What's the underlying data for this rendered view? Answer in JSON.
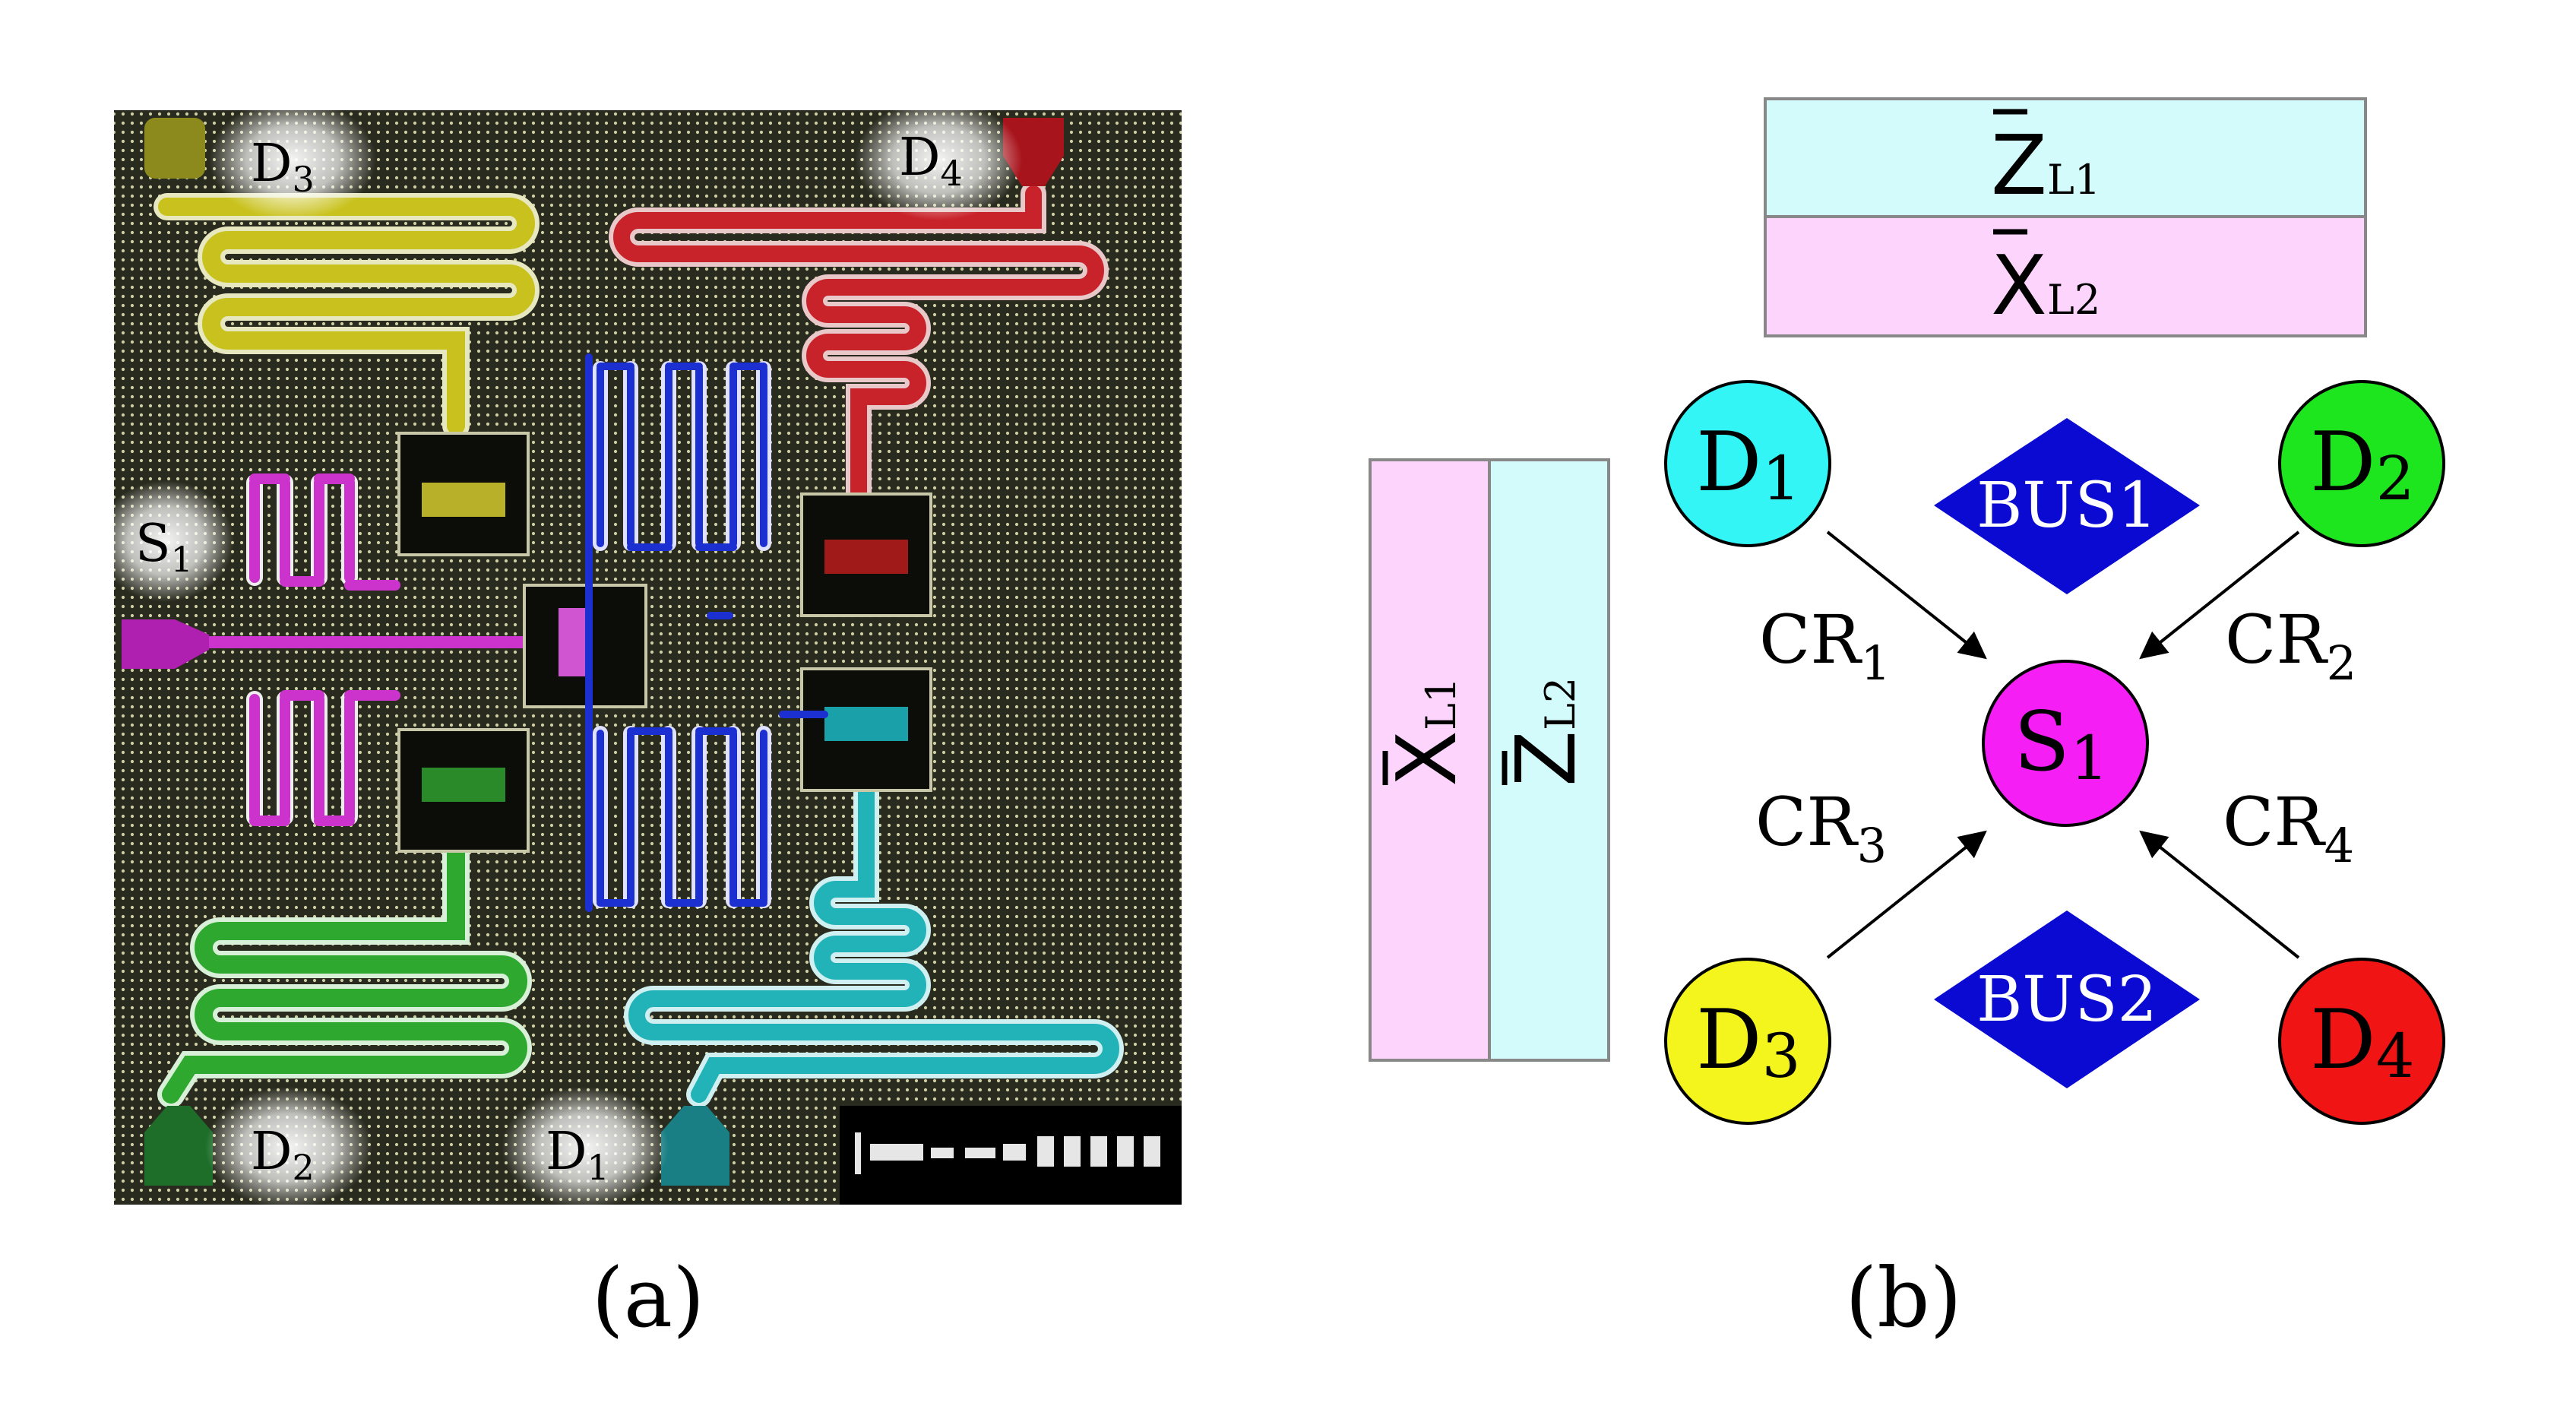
{
  "panel_a": {
    "caption": "(a)",
    "labels": {
      "D3": {
        "main": "D",
        "sub": "3"
      },
      "D4": {
        "main": "D",
        "sub": "4"
      },
      "S1": {
        "main": "S",
        "sub": "1"
      },
      "D2": {
        "main": "D",
        "sub": "2"
      },
      "D1": {
        "main": "D",
        "sub": "1"
      }
    },
    "colors": {
      "chip_bg": "#2e2f22",
      "yellow": "#c9c21e",
      "red": "#c8232a",
      "magenta": "#cc33cc",
      "green": "#2fa82f",
      "cyan": "#22b3b8",
      "blue": "#1c2fd0",
      "wire": "#d8d8b8"
    }
  },
  "panel_b": {
    "caption": "(b)",
    "top_box": {
      "upper": {
        "main": "Z",
        "sub": "L1"
      },
      "lower": {
        "main": "X",
        "sub": "L2"
      }
    },
    "side_box": {
      "left": {
        "main": "X",
        "sub": "L1"
      },
      "right": {
        "main": "Z",
        "sub": "L2"
      }
    },
    "nodes": {
      "D1": {
        "main": "D",
        "sub": "1",
        "color": "#33f5f5"
      },
      "D2": {
        "main": "D",
        "sub": "2",
        "color": "#1ee61e"
      },
      "S1": {
        "main": "S",
        "sub": "1",
        "color": "#f51ff5"
      },
      "D3": {
        "main": "D",
        "sub": "3",
        "color": "#f5f51e"
      },
      "D4": {
        "main": "D",
        "sub": "4",
        "color": "#f01414"
      }
    },
    "buses": {
      "bus1": {
        "label": "BUS1",
        "color": "#0a0ad2"
      },
      "bus2": {
        "label": "BUS2",
        "color": "#0a0ad2"
      }
    },
    "couplings": {
      "cr1": {
        "main": "CR",
        "sub": "1"
      },
      "cr2": {
        "main": "CR",
        "sub": "2"
      },
      "cr3": {
        "main": "CR",
        "sub": "3"
      },
      "cr4": {
        "main": "CR",
        "sub": "4"
      }
    },
    "colors": {
      "cyan_box": "#d4fbfb",
      "pink_box": "#fdd4fb",
      "box_border": "#888888"
    }
  }
}
